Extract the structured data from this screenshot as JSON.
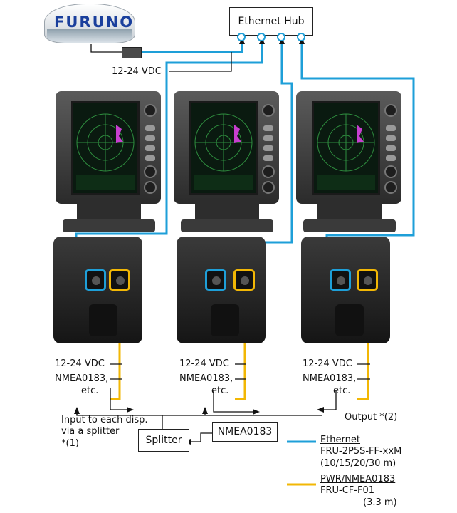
{
  "colors": {
    "ethernet": "#1e9fd8",
    "pwr_nmea": "#f2b705",
    "wire": "#111111"
  },
  "radome": {
    "brand": "FURUNO"
  },
  "hub": {
    "label": "Ethernet Hub"
  },
  "power_label_top": "12-24 VDC",
  "displays": [
    {
      "power": "12-24 VDC",
      "nmea_line1": "NMEA0183,",
      "nmea_line2": "etc."
    },
    {
      "power": "12-24 VDC",
      "nmea_line1": "NMEA0183,",
      "nmea_line2": "etc."
    },
    {
      "power": "12-24 VDC",
      "nmea_line1": "NMEA0183,",
      "nmea_line2": "etc."
    }
  ],
  "input_note": {
    "line1": "Input to each disp.",
    "line2": "via a splitter",
    "line3": "*(1)"
  },
  "output_note": "Output *(2)",
  "splitter": {
    "label": "Splitter"
  },
  "nmea_box": {
    "label": "NMEA0183"
  },
  "legend": {
    "ethernet_title": "Ethernet",
    "ethernet_part": "FRU-2P5S-FF-xxM",
    "ethernet_lengths": "(10/15/20/30  m)",
    "pwr_title": "PWR/NMEA0183",
    "pwr_part": "FRU-CF-F01",
    "pwr_length": "(3.3 m)"
  }
}
